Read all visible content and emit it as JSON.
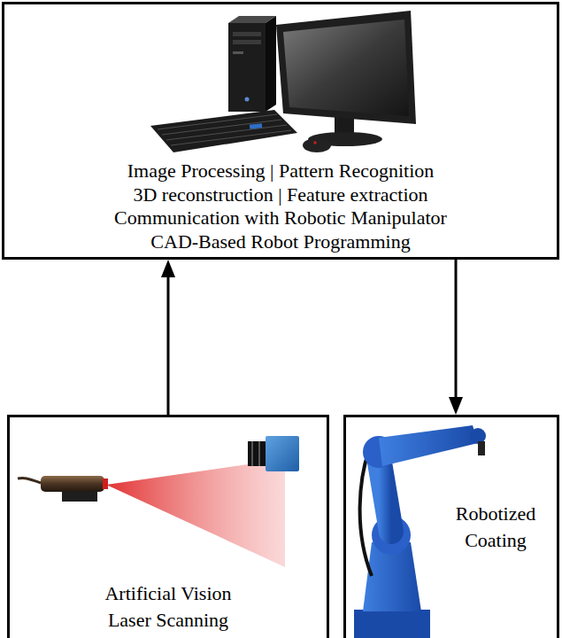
{
  "diagram": {
    "nodes": [
      {
        "text": [
          "Image Processing | Pattern Recognition",
          "3D reconstruction | Feature extraction",
          "Communication with Robotic Manipulator",
          "CAD-Based Robot Programming"
        ]
      },
      {
        "text": [
          "Artificial Vision",
          "Laser Scanning"
        ]
      },
      {
        "text": [
          "Robotized Coating"
        ]
      }
    ],
    "edges": [
      {
        "from": 1,
        "to": 0,
        "arrow": "to"
      },
      {
        "from": 0,
        "to": 2,
        "arrow": "to"
      }
    ]
  }
}
